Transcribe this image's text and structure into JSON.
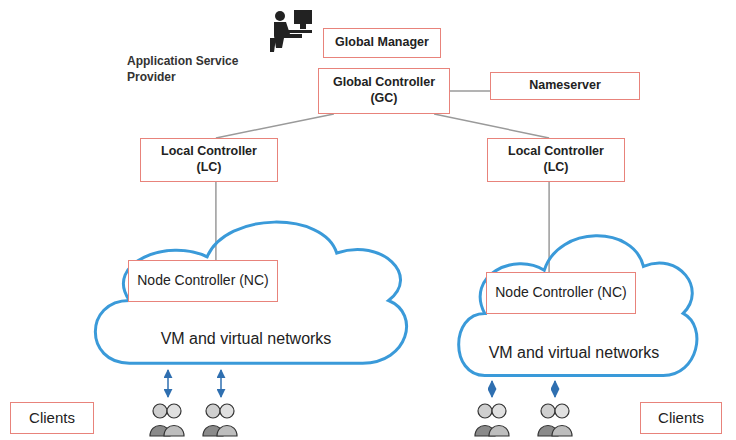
{
  "diagram": {
    "nodes": [
      {
        "text": [
          "Global Manager"
        ]
      },
      {
        "text": [
          "Global Controller (GC)"
        ]
      },
      {
        "text": [
          "Nameserver"
        ]
      },
      {
        "text": [
          "Local Controller (LC)"
        ]
      },
      {
        "text": [
          "Local Controller (LC)"
        ]
      },
      {
        "text": [
          "VM and virtual networks"
        ]
      },
      {
        "text": [
          "Node Controller (NC)"
        ],
        "in": 5
      },
      {
        "text": [
          "VM and virtual networks"
        ]
      },
      {
        "text": [
          "Node Controller (NC)"
        ],
        "in": 7
      },
      {
        "text": [
          "Clients"
        ]
      },
      {
        "text": [
          "Clients"
        ]
      }
    ],
    "edges": [
      {
        "from": 1,
        "to": 2,
        "arrow": "none"
      },
      {
        "from": 1,
        "to": 3,
        "arrow": "none"
      },
      {
        "from": 1,
        "to": 4,
        "arrow": "none"
      },
      {
        "from": 3,
        "to": 6,
        "arrow": "none"
      },
      {
        "from": 4,
        "to": 8,
        "arrow": "none"
      }
    ],
    "labels": [
      "Application Service Provider"
    ]
  }
}
